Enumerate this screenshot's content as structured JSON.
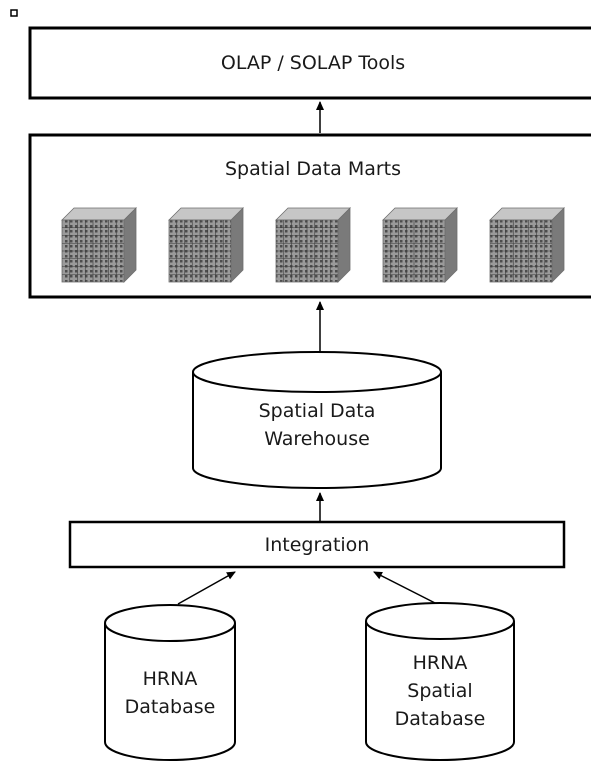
{
  "layers": {
    "tools": {
      "label": "OLAP / SOLAP  Tools"
    },
    "marts": {
      "label": "Spatial Data Marts",
      "cube_count": 5,
      "cube_icon": "data-cube-icon"
    },
    "warehouse": {
      "line1": "Spatial Data",
      "line2": "Warehouse"
    },
    "integration": {
      "label": "Integration"
    },
    "source_left": {
      "line1": "HRNA",
      "line2": "Database"
    },
    "source_right": {
      "line1": "HRNA",
      "line2": "Spatial",
      "line3": "Database"
    }
  },
  "colors": {
    "stroke": "#000000",
    "text": "#1a1a1a",
    "cube": "#8c8c8c"
  }
}
